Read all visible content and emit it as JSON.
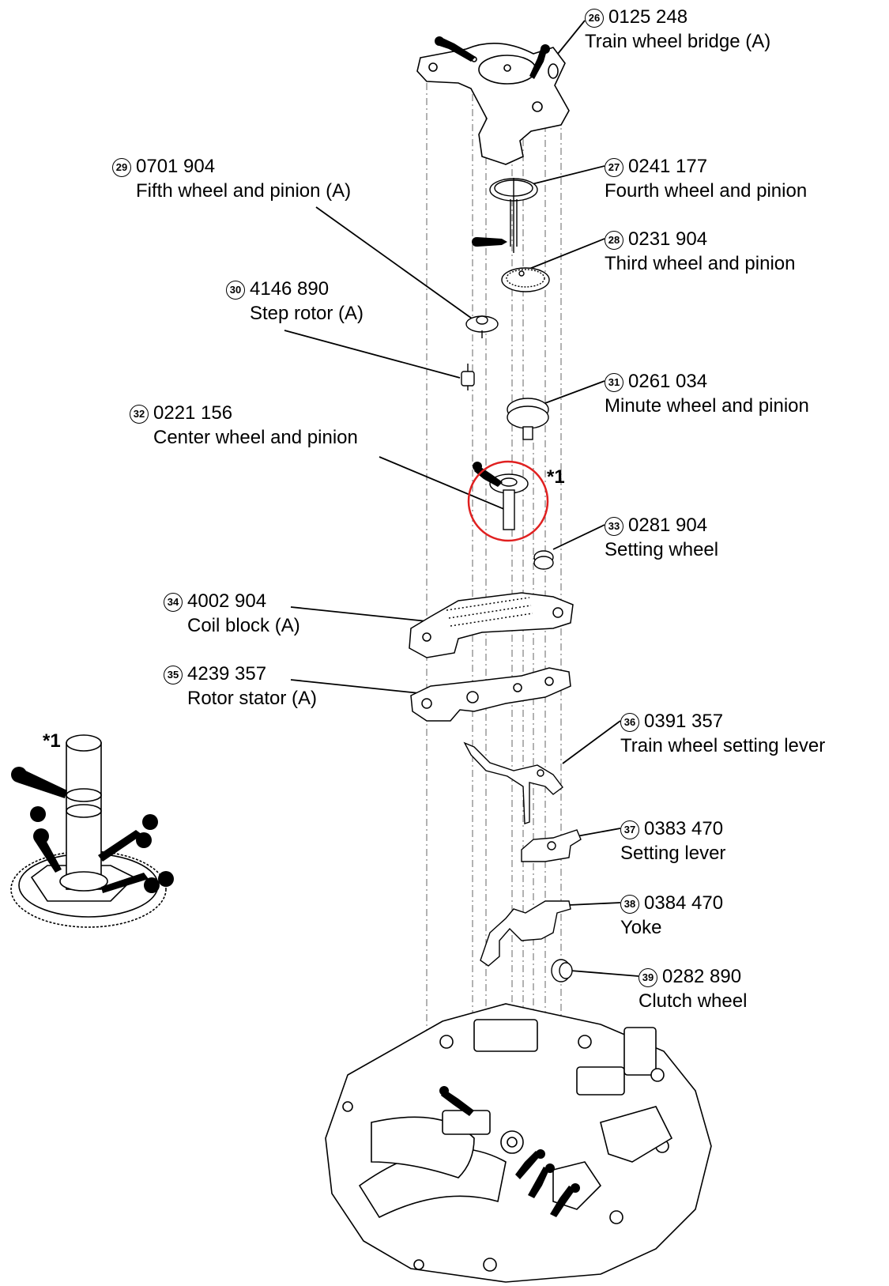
{
  "parts": [
    {
      "id": "26",
      "index": "㉖",
      "number": "0125 248",
      "name": "Train wheel bridge (A)"
    },
    {
      "id": "27",
      "index": "㉗",
      "number": "0241 177",
      "name": "Fourth wheel and pinion"
    },
    {
      "id": "28",
      "index": "㉘",
      "number": "0231 904",
      "name": "Third wheel and pinion"
    },
    {
      "id": "29",
      "index": "㉙",
      "number": "0701 904",
      "name": "Fifth wheel and pinion (A)"
    },
    {
      "id": "30",
      "index": "㉚",
      "number": "4146 890",
      "name": "Step rotor (A)"
    },
    {
      "id": "31",
      "index": "㉛",
      "number": "0261 034",
      "name": "Minute wheel and pinion"
    },
    {
      "id": "32",
      "index": "㉜",
      "number": "0221 156",
      "name": "Center wheel and pinion"
    },
    {
      "id": "33",
      "index": "㉝",
      "number": "0281 904",
      "name": "Setting wheel"
    },
    {
      "id": "34",
      "index": "㉞",
      "number": "4002 904",
      "name": "Coil block (A)"
    },
    {
      "id": "35",
      "index": "㉟",
      "number": "4239 357",
      "name": "Rotor stator (A)"
    },
    {
      "id": "36",
      "index": "㊱",
      "number": "0391 357",
      "name": "Train wheel setting lever"
    },
    {
      "id": "37",
      "index": "㊲",
      "number": "0383 470",
      "name": "Setting lever"
    },
    {
      "id": "38",
      "index": "㊳",
      "number": "0384 470",
      "name": "Yoke"
    },
    {
      "id": "39",
      "index": "㊴",
      "number": "0282 890",
      "name": "Clutch wheel"
    }
  ],
  "notes": {
    "star_main": "*1",
    "star_detail": "*1"
  },
  "colors": {
    "line": "#000000",
    "highlight": "#e02020",
    "oil_mark": "#000000"
  }
}
